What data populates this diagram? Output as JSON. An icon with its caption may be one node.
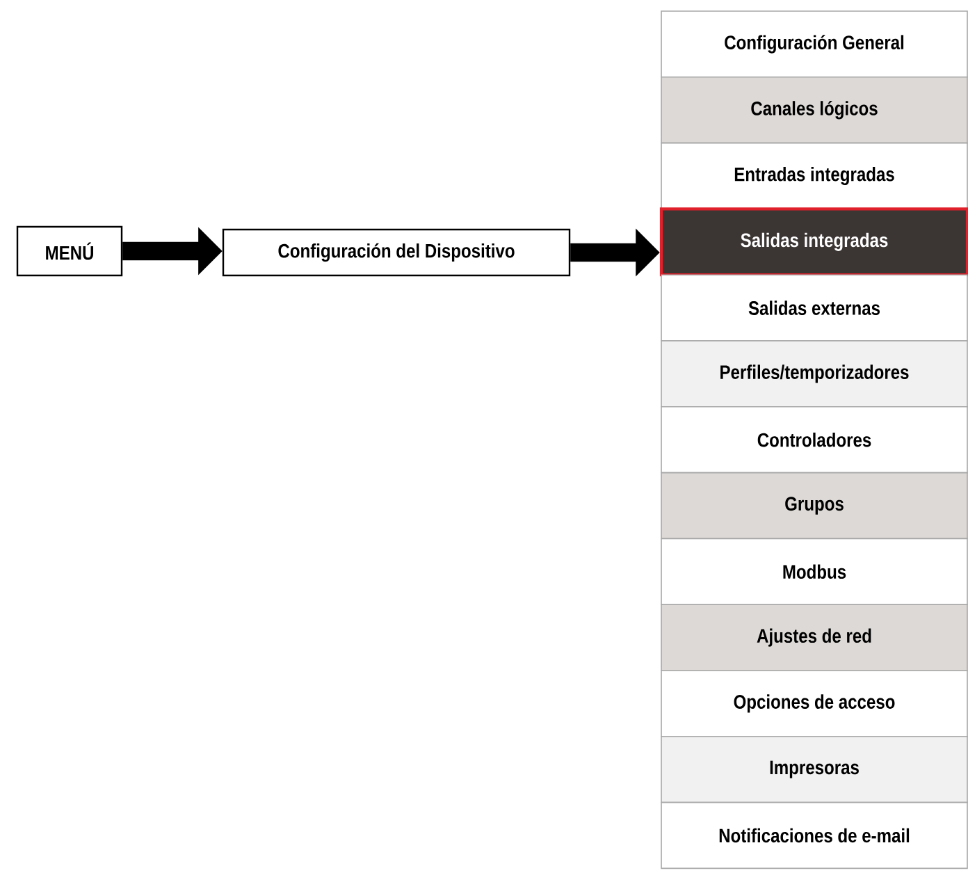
{
  "diagram": {
    "nodes": [
      {
        "text": [
          "MENÚ"
        ]
      },
      {
        "text": [
          "Configuración del Dispositivo"
        ]
      },
      {
        "text": [
          "Configuración General"
        ]
      },
      {
        "text": [
          "Canales lógicos"
        ]
      },
      {
        "text": [
          "Entradas integradas"
        ]
      },
      {
        "text": [
          "Salidas integradas"
        ]
      },
      {
        "text": [
          "Salidas externas"
        ]
      },
      {
        "text": [
          "Perfiles/temporizadores"
        ]
      },
      {
        "text": [
          "Controladores"
        ]
      },
      {
        "text": [
          "Grupos"
        ]
      },
      {
        "text": [
          "Modbus"
        ]
      },
      {
        "text": [
          "Ajustes de red"
        ]
      },
      {
        "text": [
          "Opciones de acceso"
        ]
      },
      {
        "text": [
          "Impresoras"
        ]
      },
      {
        "text": [
          "Notificaciones de e-mail"
        ]
      }
    ],
    "edges": [
      {
        "from": 0,
        "to": 1,
        "arrow": "to"
      },
      {
        "from": 1,
        "to": 5,
        "arrow": "to"
      }
    ]
  }
}
